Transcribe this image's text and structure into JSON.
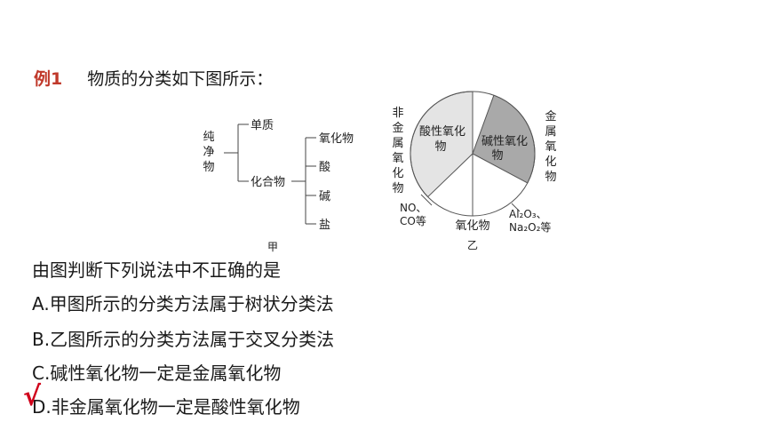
{
  "example": {
    "tag": "例1",
    "title": "物质的分类如下图所示："
  },
  "figure_jia": {
    "root": "纯净物",
    "level1": [
      "单质",
      "化合物"
    ],
    "level2": [
      "氧化物",
      "酸",
      "碱",
      "盐"
    ],
    "caption": "甲"
  },
  "figure_yi": {
    "left_label": "非金属氧化物",
    "right_label": "金属氧化物",
    "region_acidic": "酸性氧化物",
    "region_basic": "碱性氧化物",
    "bottom_label": "氧化物",
    "note_left_1": "NO、",
    "note_left_2": "CO等",
    "note_right_1": "Al₂O₃、",
    "note_right_2": "Na₂O₂等",
    "caption": "乙",
    "colors": {
      "acidic": "#e4e4e4",
      "basic": "#a9a9a9",
      "line": "#555555"
    }
  },
  "question": {
    "stem": "由图判断下列说法中不正确的是",
    "options": [
      "A.甲图所示的分类方法属于树状分类法",
      "B.乙图所示的分类方法属于交叉分类法",
      "C.碱性氧化物一定是金属氧化物",
      "D.非金属氧化物一定是酸性氧化物"
    ],
    "check": "√"
  }
}
